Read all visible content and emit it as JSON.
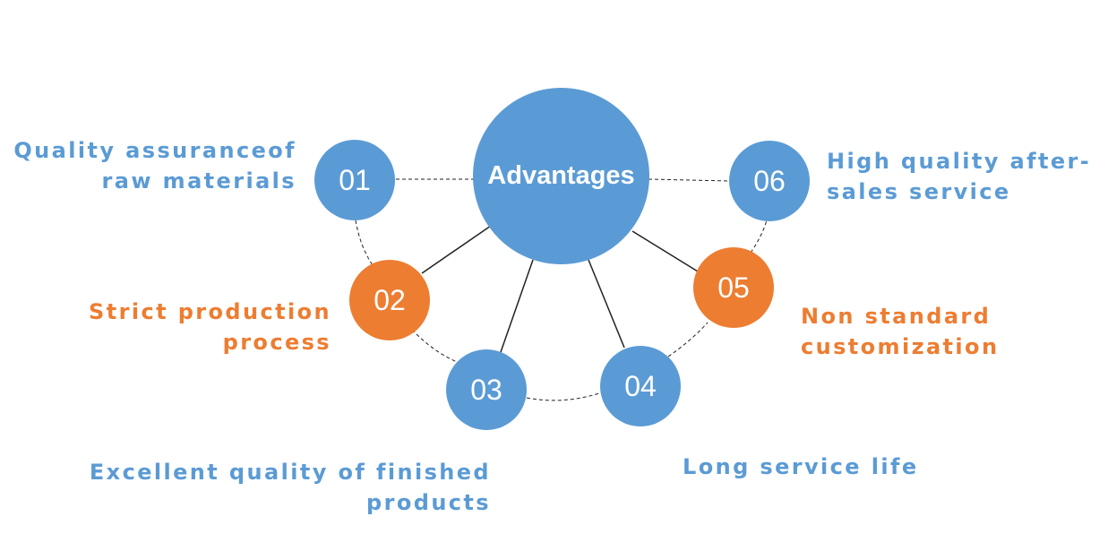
{
  "colors": {
    "blue": "#5b9bd5",
    "orange": "#ed7d31",
    "line": "#222222"
  },
  "hub": {
    "label": "Advantages"
  },
  "items": [
    {
      "number": "01",
      "lines": [
        "Quality assuranceof",
        "raw materials"
      ],
      "color": "#5b9bd5"
    },
    {
      "number": "02",
      "lines": [
        "Strict production",
        "process"
      ],
      "color": "#ed7d31"
    },
    {
      "number": "03",
      "lines": [
        "Excellent quality of finished",
        "products"
      ],
      "color": "#5b9bd5"
    },
    {
      "number": "04",
      "lines": [
        "Long service life"
      ],
      "color": "#5b9bd5"
    },
    {
      "number": "05",
      "lines": [
        "Non standard",
        "customization"
      ],
      "color": "#ed7d31"
    },
    {
      "number": "06",
      "lines": [
        "High quality after-",
        "sales service"
      ],
      "color": "#5b9bd5"
    }
  ]
}
